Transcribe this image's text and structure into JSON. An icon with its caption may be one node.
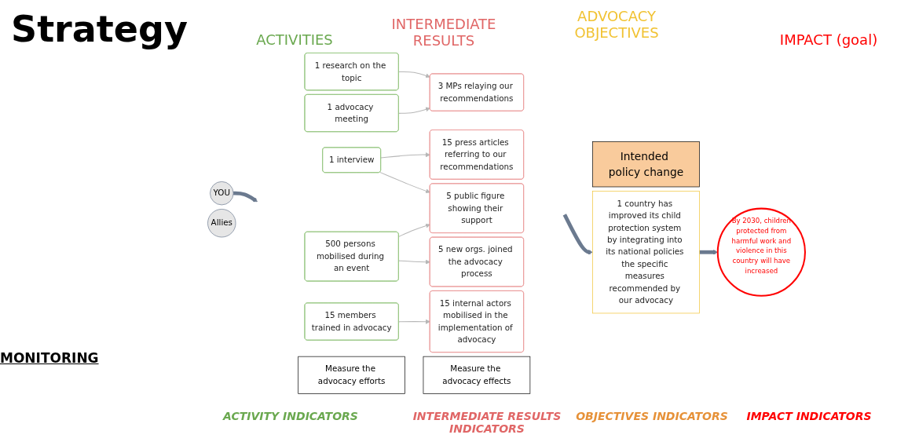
{
  "diagram": {
    "title": "Strategy",
    "nodes": [
      {
        "text": [
          "Allies"
        ]
      },
      {
        "text": [
          "YOU"
        ]
      },
      {
        "text": [
          "1 research on the topic"
        ]
      },
      {
        "text": [
          "1 advocacy meeting"
        ]
      },
      {
        "text": [
          "1 interview"
        ]
      },
      {
        "text": [
          "500 persons mobilised during an event"
        ]
      },
      {
        "text": [
          "15 members trained in advocacy"
        ]
      },
      {
        "text": [
          "3 MPs relaying our recommendations"
        ]
      },
      {
        "text": [
          "15 press articles referring to our recommendations"
        ]
      },
      {
        "text": [
          "5 public figure showing their support"
        ]
      },
      {
        "text": [
          "5 new orgs. joined the advocacy process"
        ]
      },
      {
        "text": [
          "15 internal actors mobilised in the implementation of advocacy"
        ]
      },
      {
        "text": [
          "Intended policy change"
        ]
      },
      {
        "text": [
          "1 country has improved its child protection system by integrating into its national policies the specific measures recommended by our advocacy"
        ]
      },
      {
        "text": [
          "By 2030, children protected from harmful work and violence in this country will have increased"
        ]
      },
      {
        "text": [
          "Measure the advocacy efforts"
        ]
      },
      {
        "text": [
          "Measure the advocacy effects"
        ]
      }
    ],
    "edges": [
      {
        "from": 2,
        "to": 7,
        "arrow": "to"
      },
      {
        "from": 3,
        "to": 7,
        "arrow": "to"
      },
      {
        "from": 4,
        "to": 8,
        "arrow": "to"
      },
      {
        "from": 4,
        "to": 9,
        "arrow": "to"
      },
      {
        "from": 5,
        "to": 9,
        "arrow": "to"
      },
      {
        "from": 5,
        "to": 10,
        "arrow": "to"
      },
      {
        "from": 6,
        "to": 11,
        "arrow": "to"
      },
      {
        "from": 1,
        "to": null,
        "arrow": "to",
        "style": "thick",
        "color": "#6b7a8f"
      },
      {
        "from": null,
        "to": 13,
        "arrow": "to",
        "style": "thick",
        "color": "#6b7a8f"
      },
      {
        "from": 13,
        "to": 14,
        "arrow": "to",
        "style": "thick",
        "color": "#6b7a8f"
      }
    ],
    "labels": [
      "ACTIVITIES",
      "INTERMEDIATE RESULTS",
      "ADVOCACY OBJECTIVES",
      "IMPACT (goal)",
      "MONITORING",
      "ACTIVITY INDICATORS",
      "INTERMEDIATE RESULTS INDICATORS",
      "OBJECTIVES INDICATORS",
      "IMPACT INDICATORS"
    ]
  }
}
